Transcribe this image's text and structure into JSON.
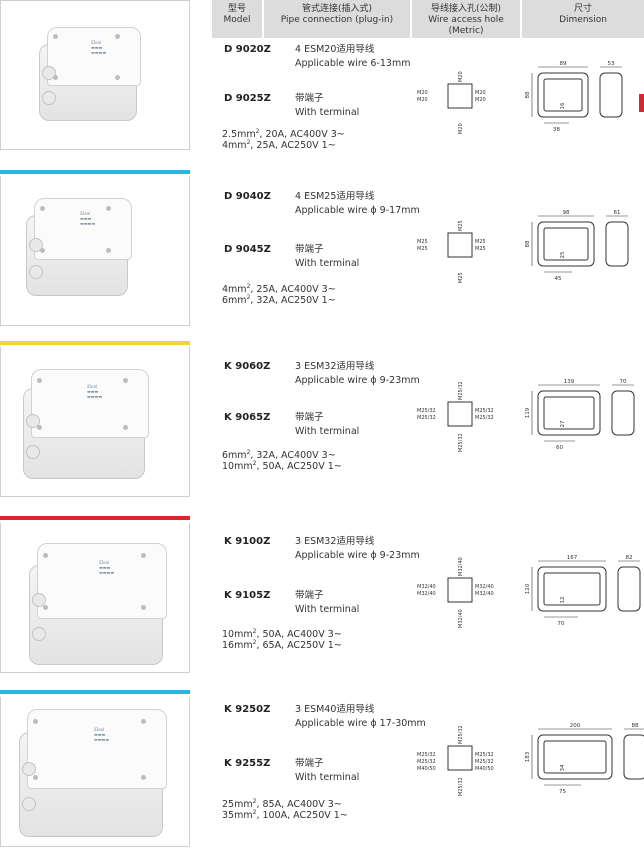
{
  "header": {
    "model_cn": "型号",
    "model_en": "Model",
    "pipe_cn": "管式连接(插入式)",
    "pipe_en": "Pipe connection (plug-in)",
    "wire_cn": "导线接入孔(公制)",
    "wire_en": "Wire access hole (Metric)",
    "dim_cn": "尺寸",
    "dim_en": "Dimension"
  },
  "products": [
    {
      "bar_color": "",
      "model_a": "D 9020Z",
      "pipe_a": "4 ESM20适用导线",
      "wire_a": "Applicable wire 6-13mm",
      "model_b": "D 9025Z",
      "terminal_cn": "带端子",
      "terminal_en": "With terminal",
      "rating_1": "2.5mm², 20A, AC400V 3~",
      "rating_2": "4mm², 25A, AC250V 1~",
      "holes": {
        "top": "M20",
        "bottom": "M20",
        "left": [
          "M20",
          "M20"
        ],
        "right": [
          "M20",
          "M20"
        ]
      },
      "dims": {
        "width": "89",
        "height": "88",
        "depth": "53",
        "small": "16",
        "base": "38"
      }
    },
    {
      "bar_color": "#29b6e0",
      "model_a": "D 9040Z",
      "pipe_a": "4 ESM25适用导线",
      "wire_a": "Applicable wire ϕ 9-17mm",
      "model_b": "D 9045Z",
      "terminal_cn": "带端子",
      "terminal_en": "With terminal",
      "rating_1": "4mm², 25A, AC400V 3~",
      "rating_2": "6mm², 32A, AC250V 1~",
      "holes": {
        "top": "M25",
        "bottom": "M25",
        "left": [
          "M25",
          "M25"
        ],
        "right": [
          "M25",
          "M25"
        ]
      },
      "dims": {
        "width": "98",
        "height": "88",
        "depth": "61",
        "small": "25",
        "base": "45"
      }
    },
    {
      "bar_color": "#f3d431",
      "model_a": "K 9060Z",
      "pipe_a": "3 ESM32适用导线",
      "wire_a": "Applicable wire ϕ 9-23mm",
      "model_b": "K 9065Z",
      "terminal_cn": "带端子",
      "terminal_en": "With terminal",
      "rating_1": "6mm², 32A, AC400V 3~",
      "rating_2": "10mm², 50A, AC250V 1~",
      "holes": {
        "top": "M25/32",
        "bottom": "M25/32",
        "left": [
          "M25/32",
          "M25/32"
        ],
        "right": [
          "M25/32",
          "M25/32"
        ]
      },
      "dims": {
        "width": "139",
        "height": "119",
        "depth": "70",
        "small": "27",
        "base": "60"
      }
    },
    {
      "bar_color": "#d8262e",
      "model_a": "K 9100Z",
      "pipe_a": "3 ESM32适用导线",
      "wire_a": "Applicable wire ϕ 9-23mm",
      "model_b": "K 9105Z",
      "terminal_cn": "带端子",
      "terminal_en": "With terminal",
      "rating_1": "10mm², 50A, AC400V 3~",
      "rating_2": "16mm², 65A, AC250V 1~",
      "holes": {
        "top": "M32/40",
        "bottom": "M32/40",
        "left": [
          "M32/40",
          "M32/40"
        ],
        "right": [
          "M32/40",
          "M32/40"
        ]
      },
      "dims": {
        "width": "167",
        "height": "120",
        "depth": "82",
        "small": "12",
        "base": "70"
      }
    },
    {
      "bar_color": "#29b6e0",
      "model_a": "K 9250Z",
      "pipe_a": "3 ESM40适用导线",
      "wire_a": "Applicable wire ϕ 17-30mm",
      "model_b": "K 9255Z",
      "terminal_cn": "带端子",
      "terminal_en": "With terminal",
      "rating_1": "25mm², 85A, AC400V 3~",
      "rating_2": "35mm², 100A, AC250V 1~",
      "holes": {
        "top": "M25/32",
        "bottom": "M25/32",
        "left": [
          "M25/32",
          "M25/32",
          "M40/50"
        ],
        "right": [
          "M25/32",
          "M25/32",
          "M40/50"
        ]
      },
      "dims": {
        "width": "200",
        "height": "183",
        "depth": "88",
        "small": "34",
        "base": "75"
      }
    }
  ],
  "brand_label": "iDeal"
}
